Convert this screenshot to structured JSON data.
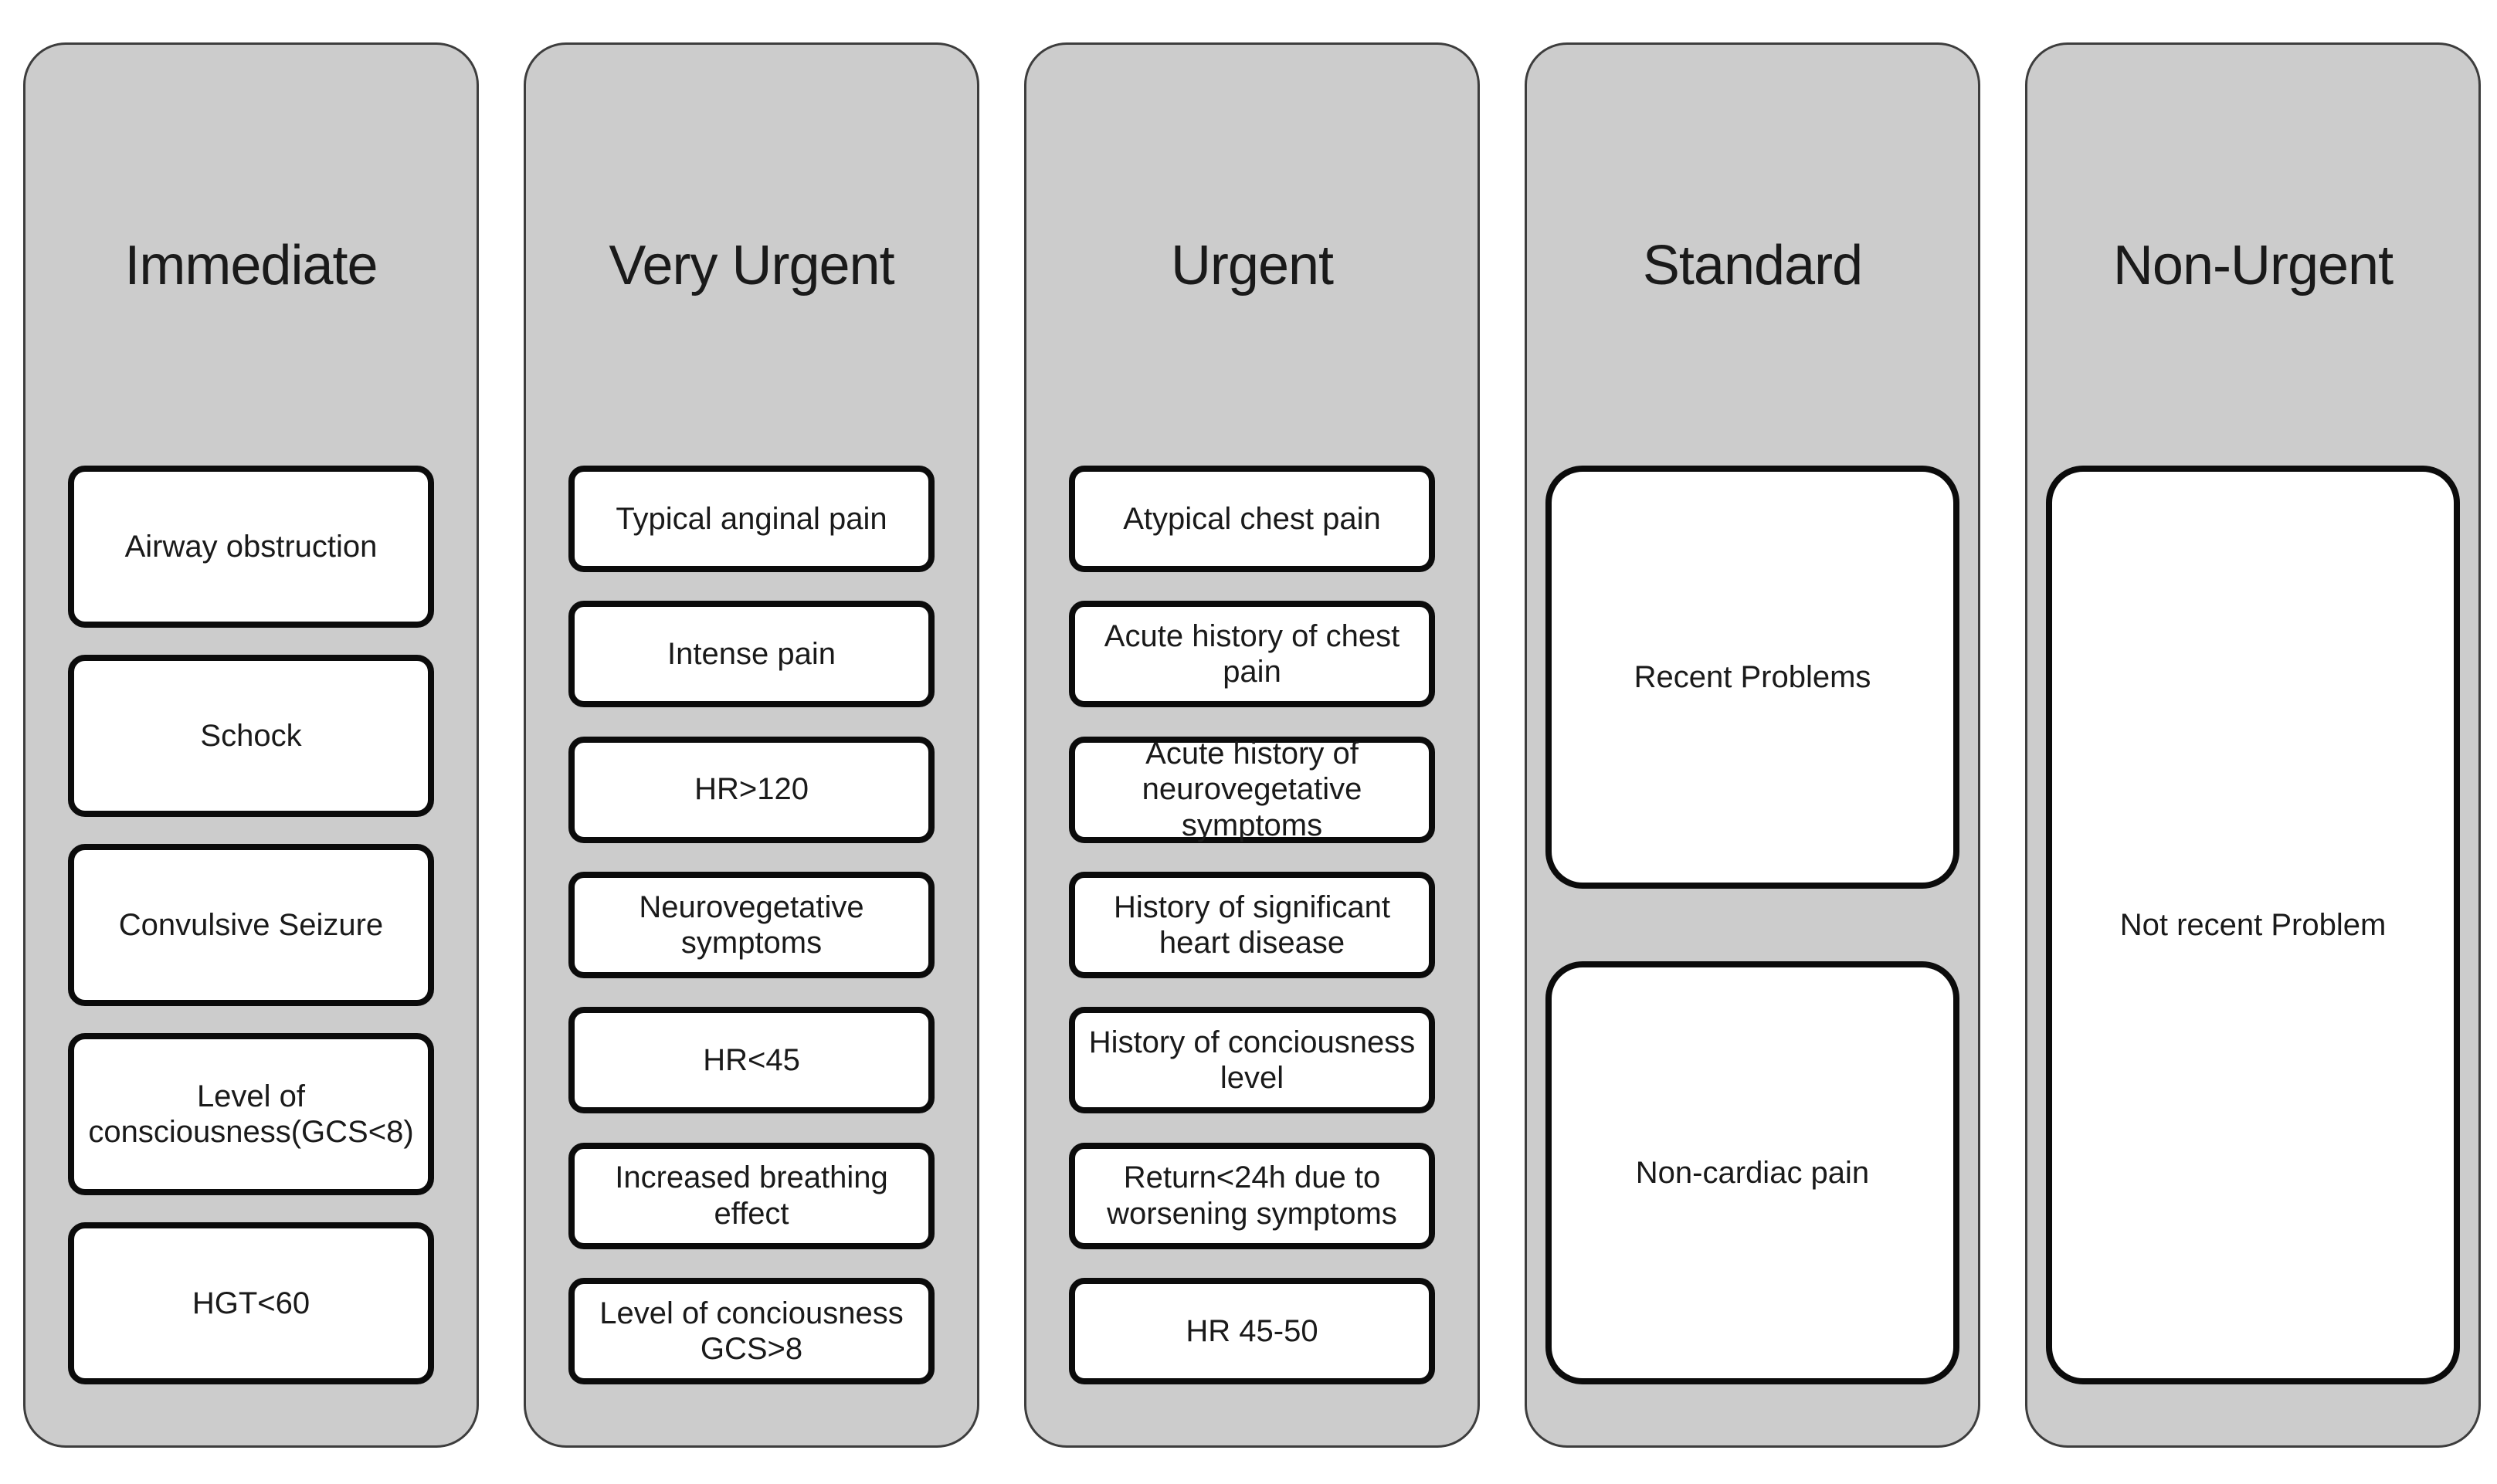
{
  "colors": {
    "column_fill": "#cccccc",
    "column_border": "#3d3d3d",
    "box_fill": "#ffffff",
    "box_border": "#0b0b0b",
    "text": "#1a1a1a"
  },
  "columns": [
    {
      "title": "Immediate",
      "boxes": [
        "Airway obstruction",
        "Schock",
        "Convulsive Seizure",
        "Level of consciousness(GCS<8)",
        "HGT<60"
      ]
    },
    {
      "title": "Very Urgent",
      "boxes": [
        "Typical anginal pain",
        "Intense pain",
        "HR>120",
        "Neurovegetative symptoms",
        "HR<45",
        "Increased breathing effect",
        "Level of conciousness GCS>8"
      ]
    },
    {
      "title": "Urgent",
      "boxes": [
        "Atypical chest pain",
        "Acute history of chest pain",
        "Acute history of neurovegetative symptoms",
        "History of significant heart disease",
        "History of conciousness level",
        "Return<24h due to worsening symptoms",
        "HR 45-50"
      ]
    },
    {
      "title": "Standard",
      "boxes": [
        "Recent Problems",
        "Non-cardiac pain"
      ]
    },
    {
      "title": "Non-Urgent",
      "boxes": [
        "Not recent Problem"
      ]
    }
  ]
}
